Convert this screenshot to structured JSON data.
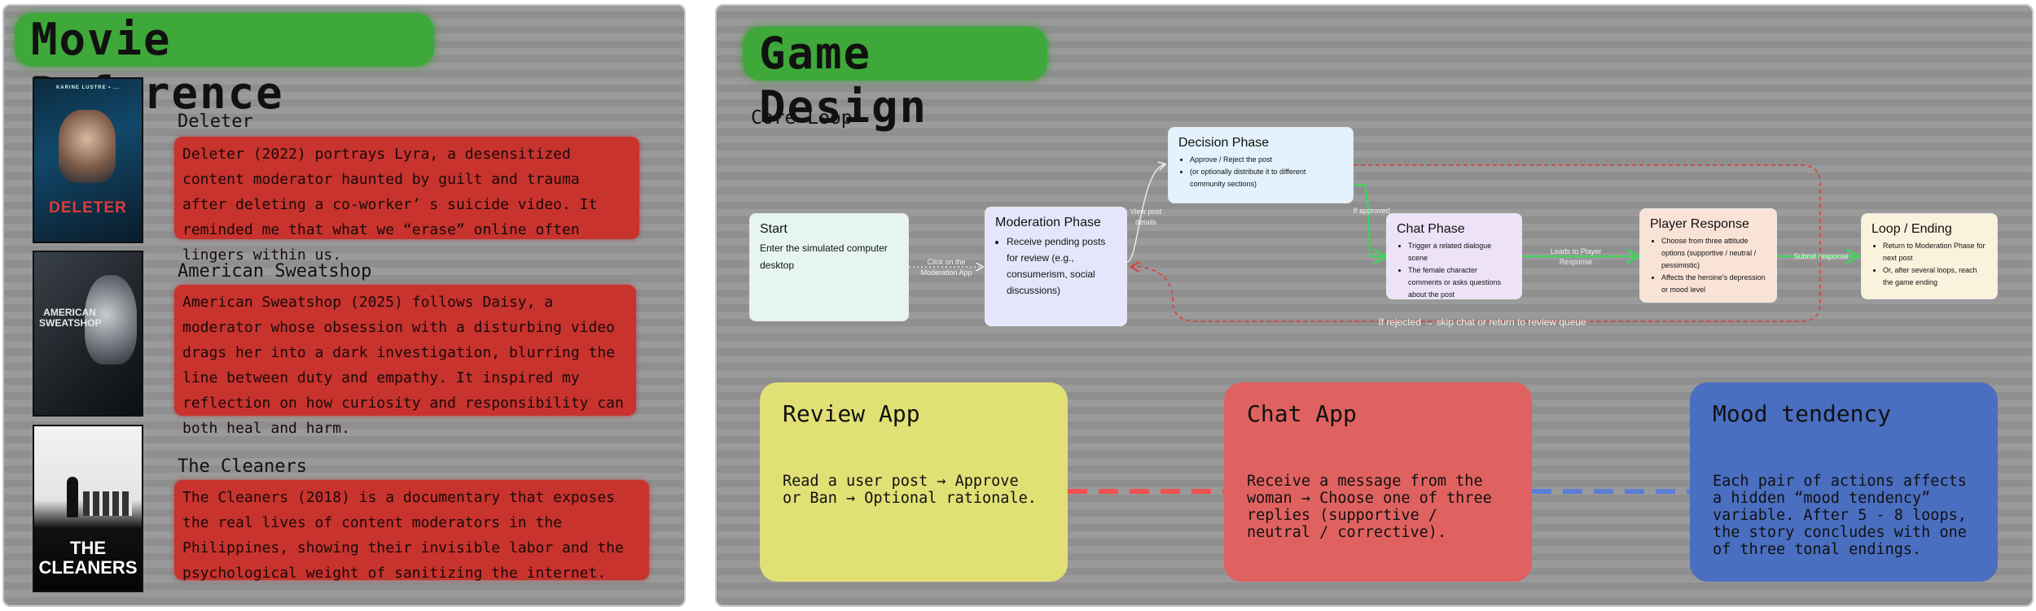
{
  "movie_reference": {
    "title": "Movie Reference",
    "movies": [
      {
        "name": "Deleter",
        "poster_title": "DELETER",
        "poster_credits": "KARINE LUSTRE • ...",
        "description": "Deleter (2022) portrays Lyra, a desensitized content moderator haunted by guilt and trauma after deleting a co-worker’ s suicide video. It reminded me that what we “erase” online often lingers within us."
      },
      {
        "name": "American Sweatshop",
        "poster_title": "AMERICAN SWEATSHOP",
        "description": "American Sweatshop (2025) follows Daisy, a moderator whose obsession with a disturbing video drags her into a dark investigation, blurring the line between duty and empathy. It inspired my reflection on how curiosity and responsibility can both heal and harm."
      },
      {
        "name": "The Cleaners",
        "poster_title": "THE CLEANERS",
        "description": "The Cleaners (2018) is a documentary that exposes the real lives of content moderators in the Philippines, showing their invisible labor and the psychological weight of sanitizing the internet."
      }
    ]
  },
  "game_design": {
    "title": "Game Design",
    "core_loop": "Core Loop",
    "nodes": {
      "start": {
        "title": "Start",
        "body": "Enter the simulated computer desktop"
      },
      "moderation": {
        "title": "Moderation Phase",
        "items": [
          "Receive pending posts for review (e.g., consumerism, social discussions)"
        ]
      },
      "decision": {
        "title": "Decision Phase",
        "items": [
          "Approve / Reject the post",
          "(or optionally distribute it to different community sections)"
        ]
      },
      "chat": {
        "title": "Chat Phase",
        "items": [
          "Trigger a related dialogue scene",
          "The female character comments or asks questions about the post"
        ]
      },
      "response": {
        "title": "Player Response",
        "items": [
          "Choose from three attitude options (supportive / neutral / pessimistic)",
          "Affects the heroine's depression or mood level"
        ]
      },
      "loop": {
        "title": "Loop / Ending",
        "items": [
          "Return to Moderation Phase for next post",
          "Or, after several loops, reach the game ending"
        ]
      }
    },
    "edge_labels": {
      "click_app": "Click on the Moderation App",
      "view_post": "View post details",
      "if_approved": "If approved",
      "leads_to": "Leads to Player Response",
      "submit": "Submit response",
      "if_rejected": "If rejected → skip chat or return to review queue"
    },
    "cards": [
      {
        "title": "Review App",
        "text": "Read a user post → Approve or Ban → Optional rationale.",
        "color": "#e1e075"
      },
      {
        "title": "Chat App",
        "text": "Receive a message from the woman → Choose one of three replies (supportive / neutral / corrective).",
        "color": "#e06260"
      },
      {
        "title": "Mood tendency",
        "text": "Each pair of actions affects a hidden “mood tendency” variable. After 5 - 8 loops, the story concludes with one of three tonal endings.",
        "color": "#4a6ec0"
      }
    ]
  },
  "colors": {
    "title_green": "#3fa83a",
    "desc_red": "#c8332e",
    "edge_green": "#3dd65a",
    "edge_red": "#e03a3a",
    "connector_red": "#f05050",
    "connector_blue": "#5a7ed6"
  }
}
